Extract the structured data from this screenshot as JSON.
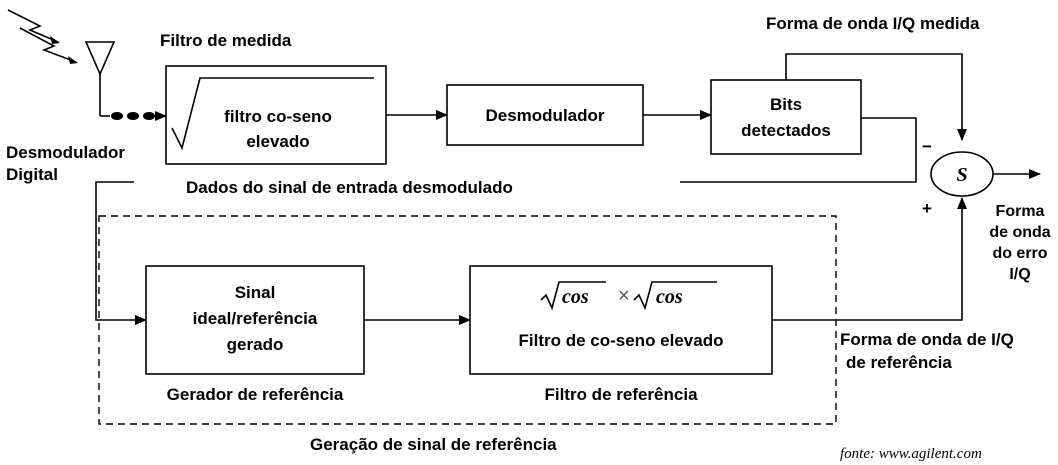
{
  "diagram": {
    "labels": {
      "measure_filter": "Filtro de medida",
      "measured_waveform": "Forma de onda I/Q medida",
      "digital_demod_1": "Desmodulador",
      "digital_demod_2": "Digital",
      "demod_data": "Dados do sinal de entrada desmodulado",
      "minus": "−",
      "plus": "+",
      "sum_symbol": "S",
      "error_1": "Forma",
      "error_2": "de onda",
      "error_3": "do erro",
      "error_4": "I/Q",
      "ref_wave_1": "Forma de onda de I/Q",
      "ref_wave_2": "de referência",
      "ref_generator": "Gerador de referência",
      "ref_filter": "Filtro de referência",
      "ref_generation": "Geração de sinal de referência",
      "source": "fonte: www.agilent.com"
    },
    "blocks": {
      "cosine_filter_1": "filtro co-seno",
      "cosine_filter_2": "elevado",
      "demodulator": "Desmodulador",
      "bits_1": "Bits",
      "bits_2": "detectados",
      "ideal_1": "Sinal",
      "ideal_2": "ideal/referência",
      "ideal_3": "gerado",
      "ref_cos_left": "cos",
      "ref_times": "×",
      "ref_cos_right": "cos",
      "ref_filter_label": "Filtro de co-seno elevado"
    }
  }
}
